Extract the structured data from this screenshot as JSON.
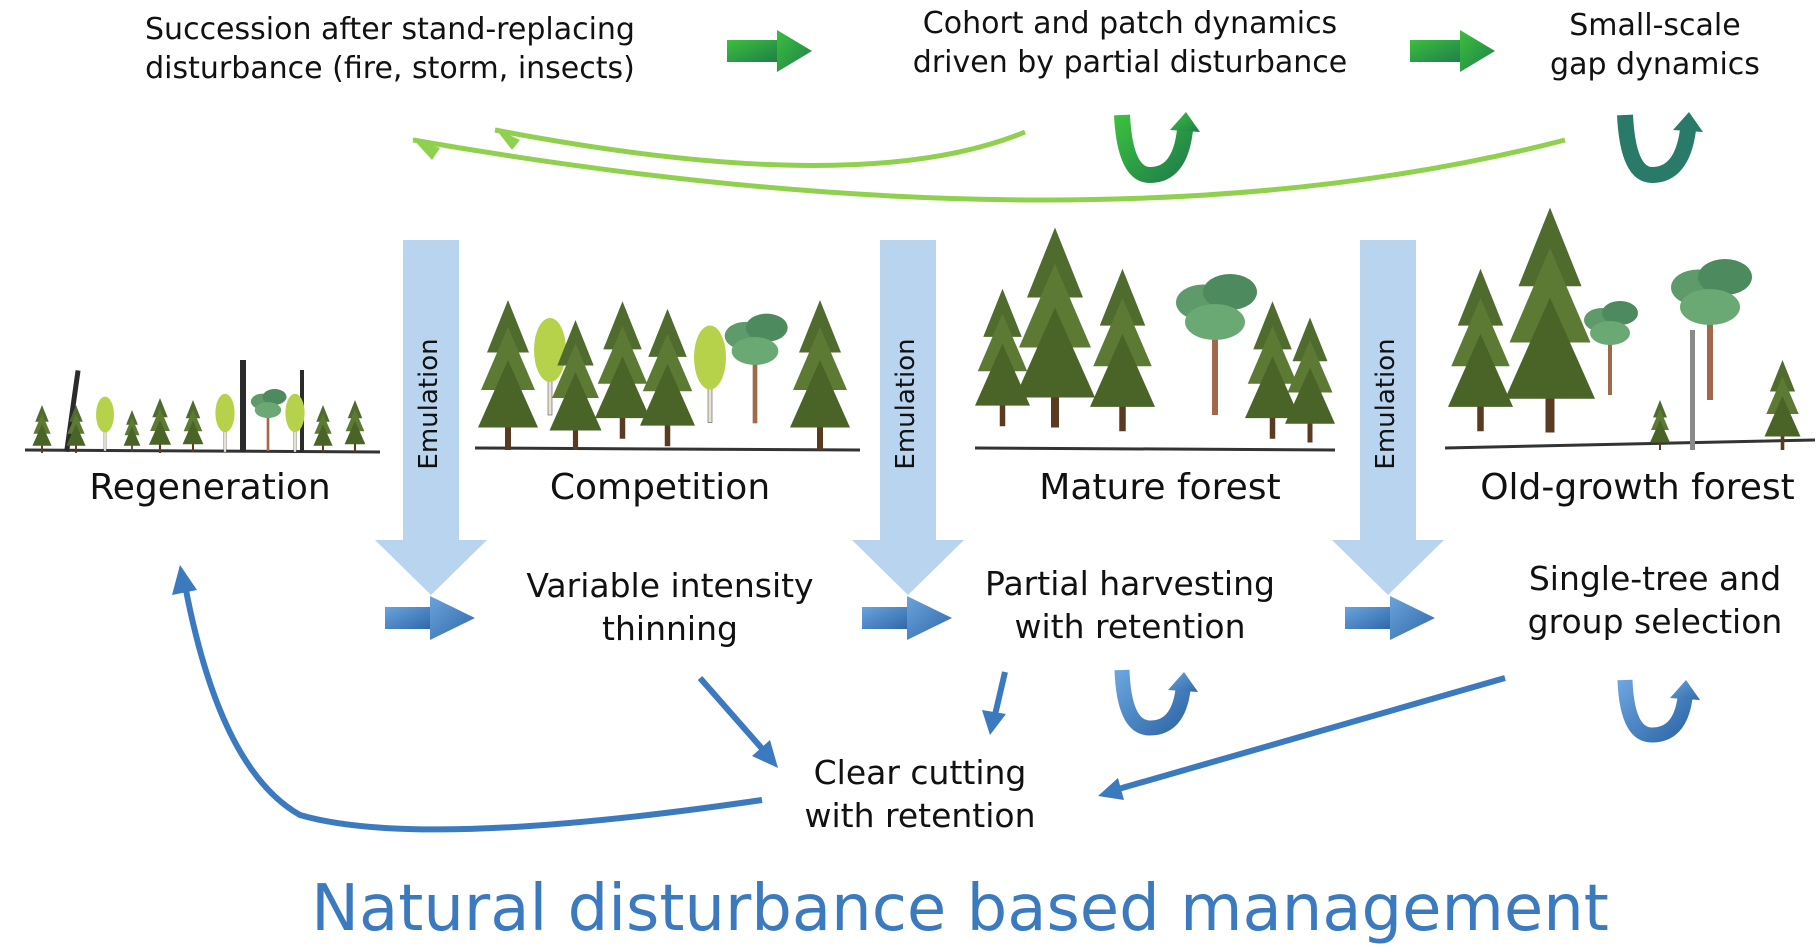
{
  "disturbances": {
    "stand_replacing": "Succession after stand-replacing\ndisturbance (fire, storm, insects)",
    "cohort_patch": "Cohort and patch dynamics\ndriven by partial disturbance",
    "gap": "Small-scale\ngap dynamics"
  },
  "stages": {
    "regeneration": "Regeneration",
    "competition": "Competition",
    "mature": "Mature forest",
    "old_growth": "Old-growth forest"
  },
  "emulation_label": "Emulation",
  "management": {
    "thinning": "Variable intensity\nthinning",
    "partial_harvest": "Partial harvesting\nwith retention",
    "selection": "Single-tree and\ngroup selection",
    "clear_cut": "Clear cutting\nwith retention"
  },
  "title": "Natural disturbance based management",
  "colors": {
    "green_arrow": "#2a9d3a",
    "light_green": "#8fd14f",
    "emulation_arrow": "#b9d4ee",
    "blue_arrow": "#3c7abf",
    "title": "#3c7abf",
    "tree_dark": "#4f6b2e",
    "tree_light": "#a8c94a"
  }
}
